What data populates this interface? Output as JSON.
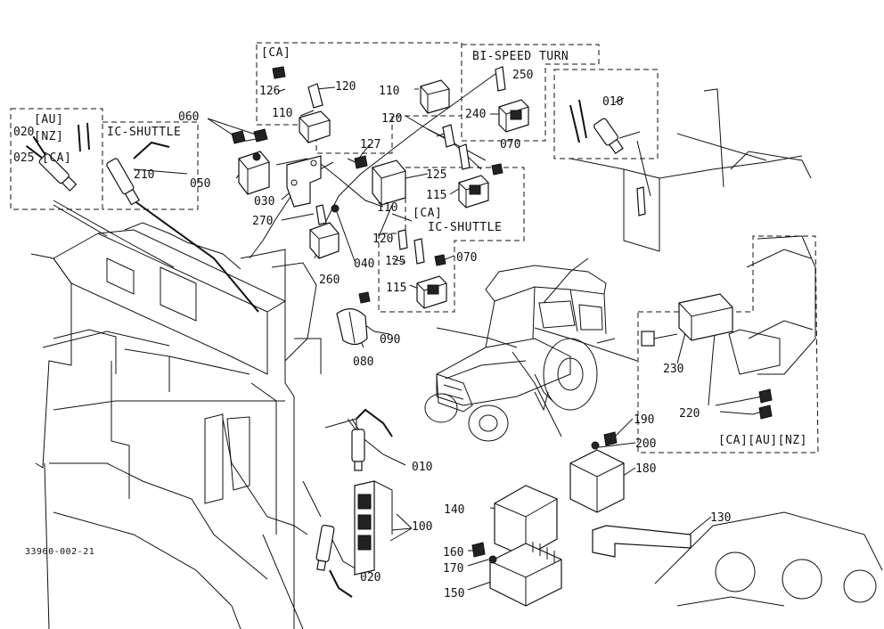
{
  "figure_code": "33960-002-21",
  "group_labels": {
    "ca_top": "[CA]",
    "bi_speed_turn": "BI-SPEED TURN",
    "ic_shuttle_left": "IC-SHUTTLE",
    "ca_mid": "[CA]",
    "ic_shuttle_mid": "IC-SHUTTLE",
    "au_line": "[AU]",
    "nz_line": "[NZ]",
    "ca_left": "[CA]",
    "ca_au_nz": "[CA][AU][NZ]"
  },
  "parts": {
    "p010a": "010",
    "p010b": "010",
    "p020a": "020",
    "p020b": "020",
    "p025": "025",
    "p030": "030",
    "p040": "040",
    "p050": "050",
    "p060": "060",
    "p070a": "070",
    "p070b": "070",
    "p080": "080",
    "p090": "090",
    "p100": "100",
    "p110a": "110",
    "p110b": "110",
    "p110c": "110",
    "p115a": "115",
    "p115b": "115",
    "p120a": "120",
    "p120b": "120",
    "p120c": "120",
    "p125a": "125",
    "p125b": "125",
    "p126": "126",
    "p127": "127",
    "p130": "130",
    "p140": "140",
    "p150": "150",
    "p160": "160",
    "p170": "170",
    "p180": "180",
    "p190": "190",
    "p200": "200",
    "p210": "210",
    "p220": "220",
    "p230": "230",
    "p240": "240",
    "p250": "250",
    "p260": "260",
    "p270": "270"
  }
}
